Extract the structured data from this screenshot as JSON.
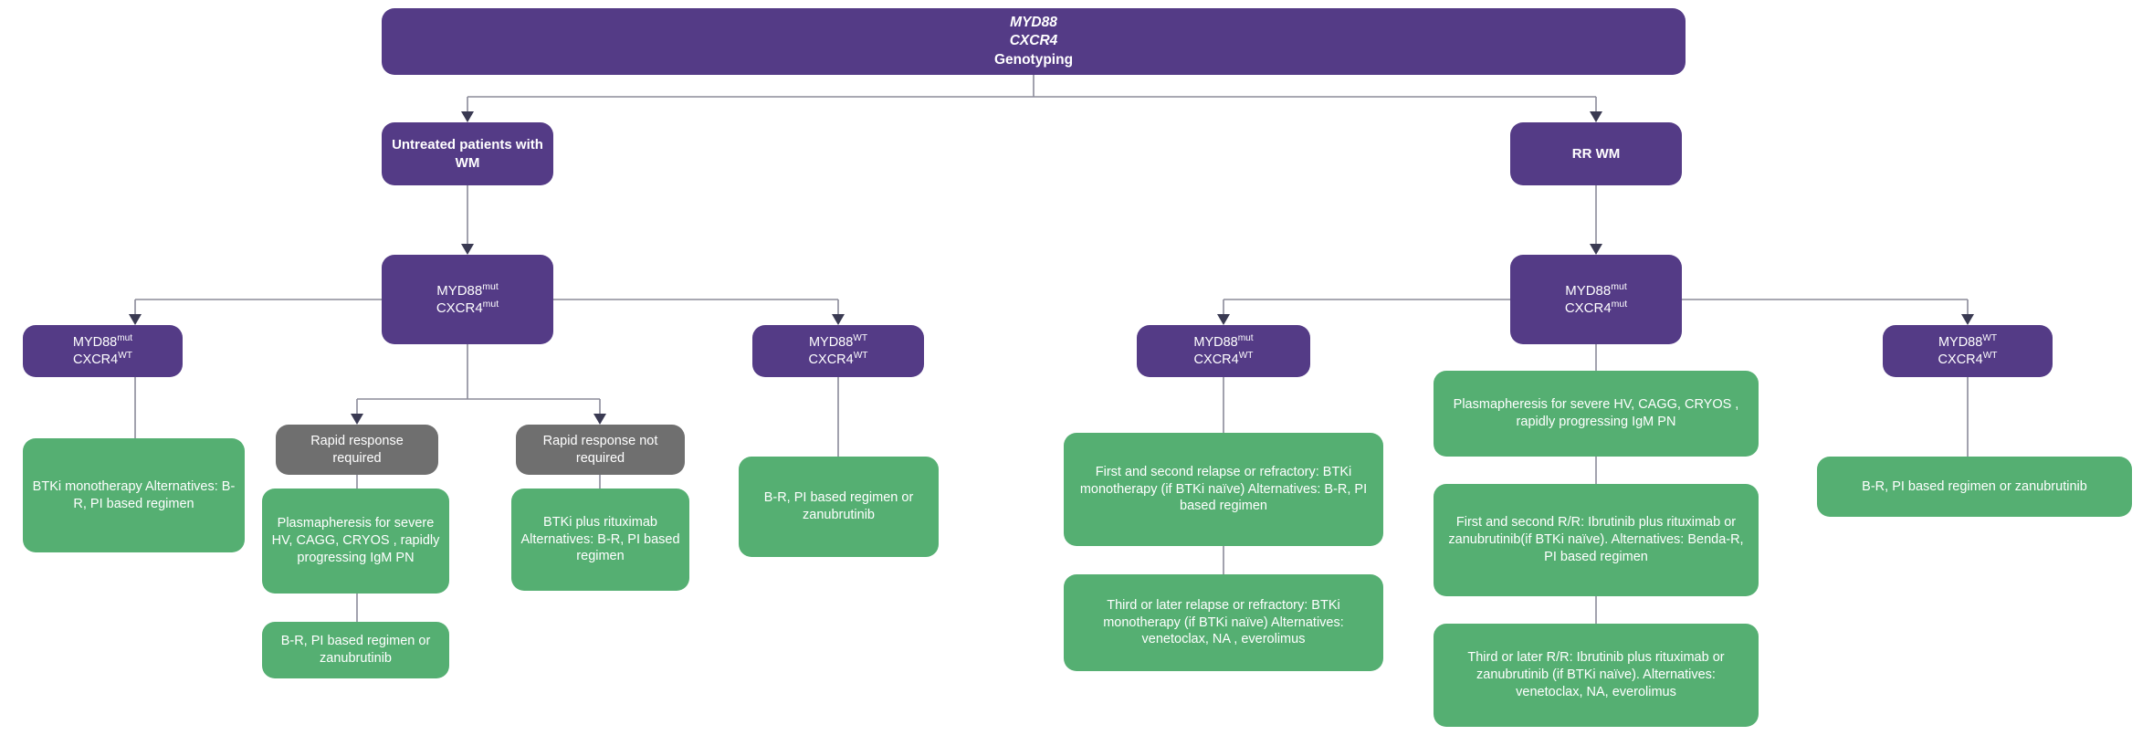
{
  "diagram": {
    "title_lines": [
      "MYD88",
      "CXCR4",
      "Genotyping"
    ],
    "root": {
      "line1": "MYD88",
      "line2": "CXCR4",
      "line3": "Genotyping"
    },
    "branches": {
      "untreated": "Untreated patients with WM",
      "rr": "RR WM"
    },
    "nodes": {
      "left_mutmut": {
        "gene1": "MYD88",
        "sup1": "mut",
        "gene2": "CXCR4",
        "sup2": "mut"
      },
      "left_mutwt": {
        "gene1": "MYD88",
        "sup1": "mut",
        "gene2": "CXCR4",
        "sup2": "WT"
      },
      "left_wtwt": {
        "gene1": "MYD88",
        "sup1": "WT",
        "gene2": "CXCR4",
        "sup2": "WT"
      },
      "right_mutmut": {
        "gene1": "MYD88",
        "sup1": "mut",
        "gene2": "CXCR4",
        "sup2": "mut"
      },
      "right_mutwt": {
        "gene1": "MYD88",
        "sup1": "mut",
        "gene2": "CXCR4",
        "sup2": "WT"
      },
      "right_wtwt": {
        "gene1": "MYD88",
        "sup1": "WT",
        "gene2": "CXCR4",
        "sup2": "WT"
      }
    },
    "decisions": {
      "rapid_required": "Rapid response required",
      "rapid_not_required": "Rapid response not required"
    },
    "treatments": {
      "left_mutwt_tx": "BTKi monotherapy Alternatives: B-R, PI based regimen",
      "plasmapheresis_left": "Plasmapheresis for severe HV, CAGG, CRYOS , rapidly progressing  IgM PN",
      "br_zanu_left": "B-R, PI based regimen or zanubrutinib",
      "btki_rituximab": "BTKi plus rituximab Alternatives: B-R, PI based regimen",
      "left_wtwt_tx": "B-R, PI based regimen or zanubrutinib",
      "right_mutwt_tx1": "First and second relapse or refractory: BTKi monotherapy (if BTKi naïve) Alternatives: B-R, PI based regimen",
      "right_mutwt_tx2": "Third or later relapse or refractory: BTKi monotherapy (if BTKi naïve) Alternatives: venetoclax, NA , everolimus",
      "plasmapheresis_right": "Plasmapheresis for severe HV, CAGG, CRYOS , rapidly progressing  IgM PN",
      "right_mutmut_tx1": "First and second R/R: Ibrutinib plus rituximab or zanubrutinib(if BTKi naïve). Alternatives: Benda-R, PI based regimen",
      "right_mutmut_tx2": "Third or later R/R: Ibrutinib plus rituximab or zanubrutinib (if BTKi naïve). Alternatives: venetoclax, NA, everolimus",
      "right_wtwt_tx": "B-R, PI based regimen or zanubrutinib"
    },
    "colors": {
      "purple": "#543b86",
      "green": "#55af72",
      "gray": "#6f6f6f",
      "connector": "#8b8b99",
      "arrowhead": "#3a3a52",
      "text_on_fill": "#ffffff",
      "background": "#ffffff"
    }
  }
}
